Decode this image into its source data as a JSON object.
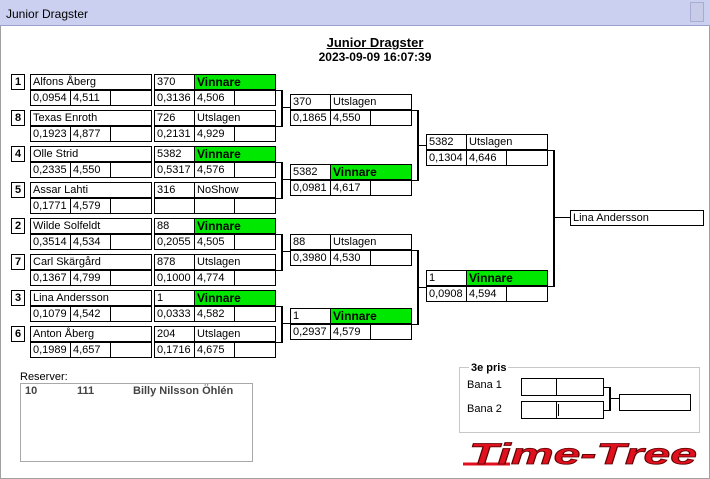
{
  "window": {
    "title": "Junior Dragster"
  },
  "header": {
    "title": "Junior Dragster",
    "timestamp": "2023-09-09 16:07:39"
  },
  "round1": [
    {
      "seed": "1",
      "name": "Alfons Åberg",
      "rt": "0,0954",
      "et": "4,511",
      "lane": "370",
      "time": "0,3136",
      "speed": "4,506",
      "result": "Vinnare",
      "win": true
    },
    {
      "seed": "8",
      "name": "Texas Enroth",
      "rt": "0,1923",
      "et": "4,877",
      "lane": "726",
      "time": "0,2131",
      "speed": "4,929",
      "result": "Utslagen",
      "win": false
    },
    {
      "seed": "4",
      "name": "Olle Strid",
      "rt": "0,2335",
      "et": "4,550",
      "lane": "5382",
      "time": "0,5317",
      "speed": "4,576",
      "result": "Vinnare",
      "win": true
    },
    {
      "seed": "5",
      "name": "Assar Lahti",
      "rt": "0,1771",
      "et": "4,579",
      "lane": "316",
      "time": "",
      "speed": "",
      "result": "NoShow",
      "win": false
    },
    {
      "seed": "2",
      "name": "Wilde Solfeldt",
      "rt": "0,3514",
      "et": "4,534",
      "lane": "88",
      "time": "0,2055",
      "speed": "4,505",
      "result": "Vinnare",
      "win": true
    },
    {
      "seed": "7",
      "name": "Carl Skärgård",
      "rt": "0,1367",
      "et": "4,799",
      "lane": "878",
      "time": "0,1000",
      "speed": "4,774",
      "result": "Utslagen",
      "win": false
    },
    {
      "seed": "3",
      "name": "Lina Andersson",
      "rt": "0,1079",
      "et": "4,542",
      "lane": "1",
      "time": "0,0333",
      "speed": "4,582",
      "result": "Vinnare",
      "win": true
    },
    {
      "seed": "6",
      "name": "Anton Åberg",
      "rt": "0,1989",
      "et": "4,657",
      "lane": "204",
      "time": "0,1716",
      "speed": "4,675",
      "result": "Utslagen",
      "win": false
    }
  ],
  "round2": [
    {
      "num": "370",
      "result": "Utslagen",
      "time": "0,1865",
      "speed": "4,550",
      "win": false
    },
    {
      "num": "5382",
      "result": "Vinnare",
      "time": "0,0981",
      "speed": "4,617",
      "win": true
    },
    {
      "num": "88",
      "result": "Utslagen",
      "time": "0,3980",
      "speed": "4,530",
      "win": false
    },
    {
      "num": "1",
      "result": "Vinnare",
      "time": "0,2937",
      "speed": "4,579",
      "win": true
    }
  ],
  "round3": [
    {
      "num": "5382",
      "result": "Utslagen",
      "time": "0,1304",
      "speed": "4,646",
      "win": false
    },
    {
      "num": "1",
      "result": "Vinnare",
      "time": "0,0908",
      "speed": "4,594",
      "win": true
    }
  ],
  "final": {
    "winner": "Lina Andersson"
  },
  "reserves": {
    "label": "Reserver:",
    "entries": [
      {
        "pos": "10",
        "num": "111",
        "name": "Billy Nilsson Öhlén"
      }
    ]
  },
  "third_prize": {
    "title": "3e pris",
    "lane1": "Bana 1",
    "lane2": "Bana 2"
  },
  "logo": {
    "text": "Time-Tree"
  },
  "colors": {
    "winner": "#00e800",
    "logo": "#e0101e",
    "titlebar": "#ccd0f0"
  }
}
